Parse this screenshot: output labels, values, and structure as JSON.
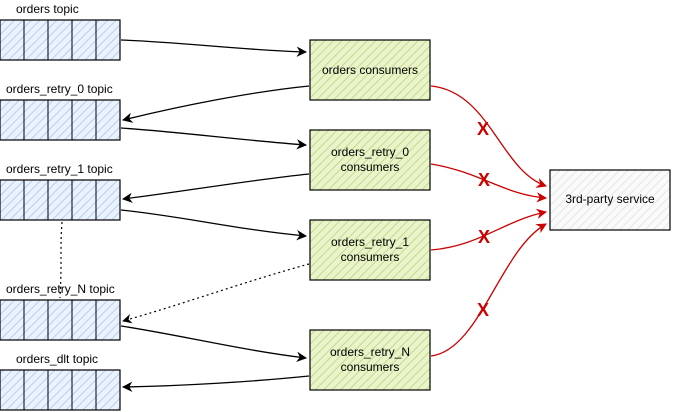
{
  "topics": [
    {
      "label": "orders topic"
    },
    {
      "label": "orders_retry_0 topic"
    },
    {
      "label": "orders_retry_1 topic"
    },
    {
      "label": "orders_retry_N topic"
    },
    {
      "label": "orders_dlt topic"
    }
  ],
  "consumers": [
    {
      "line1": "orders consumers",
      "line2": ""
    },
    {
      "line1": "orders_retry_0",
      "line2": "consumers"
    },
    {
      "line1": "orders_retry_1",
      "line2": "consumers"
    },
    {
      "line1": "orders_retry_N",
      "line2": "consumers"
    }
  ],
  "service": {
    "label": "3rd-party service"
  },
  "failure_marks": [
    "X",
    "X",
    "X",
    "X"
  ],
  "colors": {
    "topic_fill": "#dae8fc",
    "consumer_fill": "#d5e8a4",
    "failure": "#cc0000",
    "service_fill": "#f5f5f5"
  }
}
